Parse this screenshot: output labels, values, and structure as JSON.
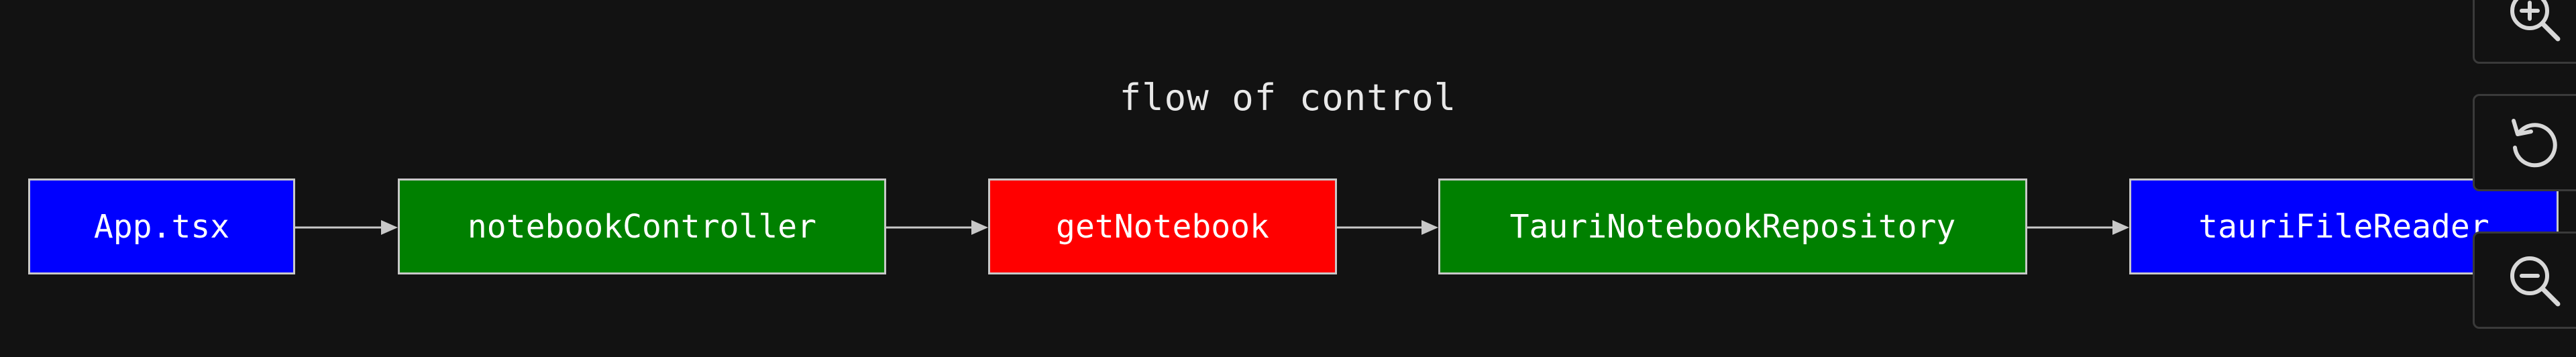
{
  "diagram": {
    "title": "flow of control",
    "nodes": [
      {
        "id": "app",
        "label": "App.tsx",
        "color": "#0000ff"
      },
      {
        "id": "notebookController",
        "label": "notebookController",
        "color": "#008000"
      },
      {
        "id": "getNotebook",
        "label": "getNotebook",
        "color": "#ff0000"
      },
      {
        "id": "tauriRepo",
        "label": "TauriNotebookRepository",
        "color": "#008000"
      },
      {
        "id": "tauriFileReader",
        "label": "tauriFileReader",
        "color": "#0000ff"
      }
    ],
    "edges": [
      {
        "from": "app",
        "to": "notebookController"
      },
      {
        "from": "notebookController",
        "to": "getNotebook"
      },
      {
        "from": "getNotebook",
        "to": "tauriRepo"
      },
      {
        "from": "tauriRepo",
        "to": "tauriFileReader"
      }
    ]
  },
  "controls": {
    "zoom_in_icon": "zoom-in-icon",
    "reset_icon": "reset-icon",
    "zoom_out_icon": "zoom-out-icon"
  }
}
